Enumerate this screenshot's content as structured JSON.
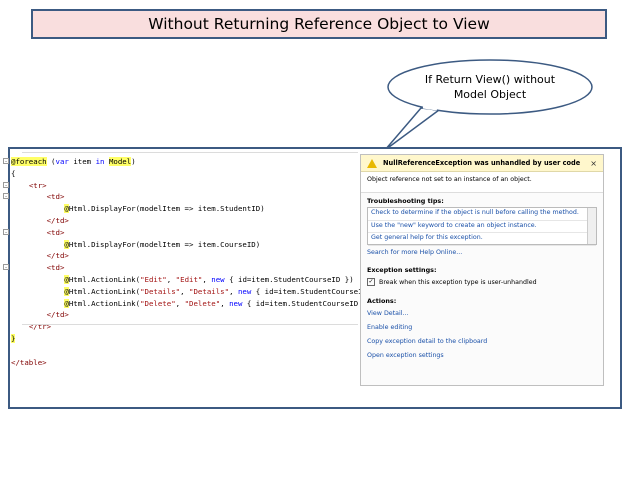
{
  "title": "Without Returning Reference Object to View",
  "callout": {
    "line1": "If Return View() without",
    "line2": "Model Object"
  },
  "code": {
    "lines": [
      {
        "indent": "",
        "parts": [
          {
            "t": "@foreach",
            "c": "razor"
          },
          {
            "t": " (",
            "c": "plain"
          },
          {
            "t": "var",
            "c": "k"
          },
          {
            "t": " item ",
            "c": "plain"
          },
          {
            "t": "in",
            "c": "k"
          },
          {
            "t": " ",
            "c": "plain"
          },
          {
            "t": "Model",
            "c": "razor"
          },
          {
            "t": ")",
            "c": "plain"
          }
        ]
      },
      {
        "indent": "",
        "parts": [
          {
            "t": "{",
            "c": "plain"
          }
        ]
      },
      {
        "indent": "    ",
        "parts": [
          {
            "t": "<tr>",
            "c": "tag"
          }
        ]
      },
      {
        "indent": "        ",
        "parts": [
          {
            "t": "<td>",
            "c": "tag"
          }
        ]
      },
      {
        "indent": "            ",
        "parts": [
          {
            "t": "@",
            "c": "razor"
          },
          {
            "t": "Html.DisplayFor(modelItem => item.StudentID)",
            "c": "plain"
          }
        ]
      },
      {
        "indent": "        ",
        "parts": [
          {
            "t": "</td>",
            "c": "tag"
          }
        ]
      },
      {
        "indent": "        ",
        "parts": [
          {
            "t": "<td>",
            "c": "tag"
          }
        ]
      },
      {
        "indent": "            ",
        "parts": [
          {
            "t": "@",
            "c": "razor"
          },
          {
            "t": "Html.DisplayFor(modelItem => item.CourseID)",
            "c": "plain"
          }
        ]
      },
      {
        "indent": "        ",
        "parts": [
          {
            "t": "</td>",
            "c": "tag"
          }
        ]
      },
      {
        "indent": "        ",
        "parts": [
          {
            "t": "<td>",
            "c": "tag"
          }
        ]
      },
      {
        "indent": "            ",
        "parts": [
          {
            "t": "@",
            "c": "razor"
          },
          {
            "t": "Html.ActionLink(",
            "c": "plain"
          },
          {
            "t": "\"Edit\"",
            "c": "str"
          },
          {
            "t": ", ",
            "c": "plain"
          },
          {
            "t": "\"Edit\"",
            "c": "str"
          },
          {
            "t": ", ",
            "c": "plain"
          },
          {
            "t": "new",
            "c": "k"
          },
          {
            "t": " { id=item.StudentCourseID }) |",
            "c": "plain"
          }
        ]
      },
      {
        "indent": "            ",
        "parts": [
          {
            "t": "@",
            "c": "razor"
          },
          {
            "t": "Html.ActionLink(",
            "c": "plain"
          },
          {
            "t": "\"Details\"",
            "c": "str"
          },
          {
            "t": ", ",
            "c": "plain"
          },
          {
            "t": "\"Details\"",
            "c": "str"
          },
          {
            "t": ", ",
            "c": "plain"
          },
          {
            "t": "new",
            "c": "k"
          },
          {
            "t": " { id=item.StudentCourseID }) |",
            "c": "plain"
          }
        ]
      },
      {
        "indent": "            ",
        "parts": [
          {
            "t": "@",
            "c": "razor"
          },
          {
            "t": "Html.ActionLink(",
            "c": "plain"
          },
          {
            "t": "\"Delete\"",
            "c": "str"
          },
          {
            "t": ", ",
            "c": "plain"
          },
          {
            "t": "\"Delete\"",
            "c": "str"
          },
          {
            "t": ", ",
            "c": "plain"
          },
          {
            "t": "new",
            "c": "k"
          },
          {
            "t": " { id=item.StudentCourseID })",
            "c": "plain"
          }
        ]
      },
      {
        "indent": "        ",
        "parts": [
          {
            "t": "</td>",
            "c": "tag"
          }
        ]
      },
      {
        "indent": "    ",
        "parts": [
          {
            "t": "</tr>",
            "c": "tag"
          }
        ]
      },
      {
        "indent": "",
        "parts": [
          {
            "t": "}",
            "c": "razor"
          }
        ]
      },
      {
        "indent": "",
        "parts": []
      },
      {
        "indent": "",
        "parts": [
          {
            "t": "</table>",
            "c": "tag"
          }
        ]
      }
    ]
  },
  "exception": {
    "title": "NullReferenceException was unhandled by user code",
    "close": "×",
    "message": "Object reference not set to an instance of an object.",
    "tips_heading": "Troubleshooting tips:",
    "tips": [
      "Check to determine if the object is null before calling the method.",
      "Use the \"new\" keyword to create an object instance.",
      "Get general help for this exception."
    ],
    "search_link": "Search for more Help Online...",
    "settings_heading": "Exception settings:",
    "break_label": "Break when this exception type is user-unhandled",
    "break_checked": "✓",
    "actions_heading": "Actions:",
    "actions": [
      "View Detail...",
      "Enable editing",
      "Copy exception detail to the clipboard",
      "Open exception settings"
    ]
  }
}
